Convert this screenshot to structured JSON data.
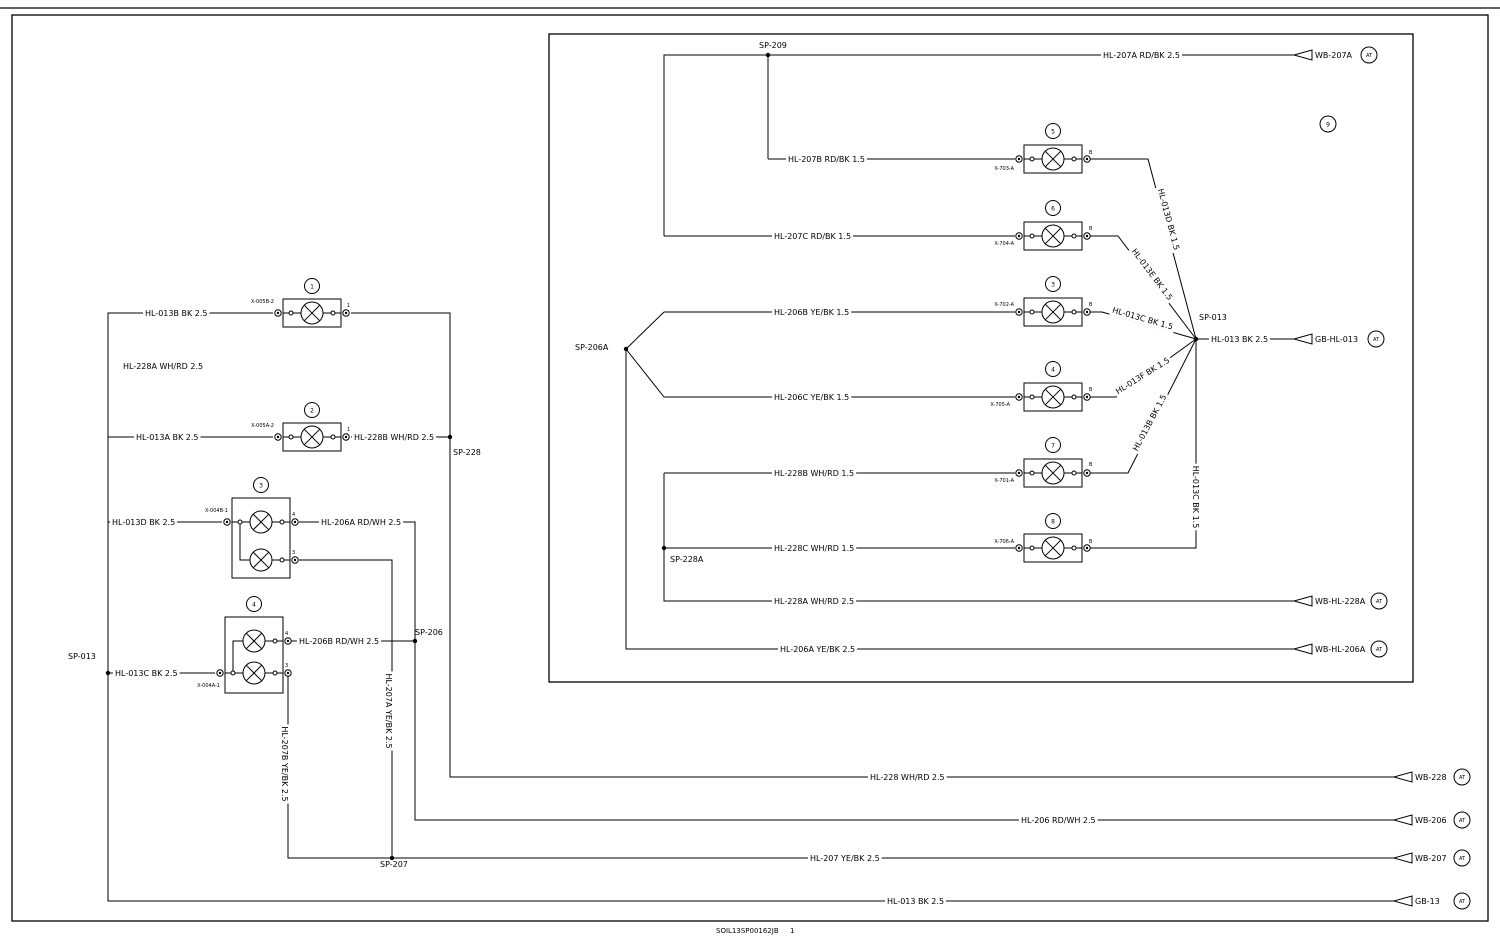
{
  "footer": {
    "drawing_number": "SOIL13SP00162JB",
    "sheet": "1"
  },
  "connector_badge": "AT",
  "splices": [
    {
      "id": "sp-209",
      "label": "SP-209"
    },
    {
      "id": "sp-206a",
      "label": "SP-206A"
    },
    {
      "id": "sp-228a",
      "label": "SP-228A"
    },
    {
      "id": "sp-013-right",
      "label": "SP-013"
    },
    {
      "id": "sp-013-left",
      "label": "SP-013"
    },
    {
      "id": "sp-228",
      "label": "SP-228"
    },
    {
      "id": "sp-206",
      "label": "SP-206"
    },
    {
      "id": "sp-207",
      "label": "SP-207"
    }
  ],
  "wires": [
    {
      "id": "hl-207a-rdbk",
      "label": "HL-207A RD/BK 2.5"
    },
    {
      "id": "hl-207b-rdbk",
      "label": "HL-207B RD/BK 1.5"
    },
    {
      "id": "hl-207c-rdbk",
      "label": "HL-207C RD/BK 1.5"
    },
    {
      "id": "hl-206b-yebk",
      "label": "HL-206B YE/BK 1.5"
    },
    {
      "id": "hl-206c-yebk",
      "label": "HL-206C YE/BK 1.5"
    },
    {
      "id": "hl-228b-whrd-r",
      "label": "HL-228B WH/RD 1.5"
    },
    {
      "id": "hl-228c-whrd",
      "label": "HL-228C WH/RD 1.5"
    },
    {
      "id": "hl-228a-whrd-r",
      "label": "HL-228A WH/RD 2.5"
    },
    {
      "id": "hl-206a-yebk",
      "label": "HL-206A YE/BK 2.5"
    },
    {
      "id": "hl-013d-r",
      "label": "HL-013D BK 1.5"
    },
    {
      "id": "hl-013e",
      "label": "HL-013E BK 1.5"
    },
    {
      "id": "hl-013c-r1",
      "label": "HL-013C BK 1.5"
    },
    {
      "id": "hl-013f",
      "label": "HL-013F BK 1.5"
    },
    {
      "id": "hl-013b-r",
      "label": "HL-013B BK 1.5"
    },
    {
      "id": "hl-013c-r2",
      "label": "HL-013C BK 1.5"
    },
    {
      "id": "hl-013-r",
      "label": "HL-013 BK 2.5"
    },
    {
      "id": "hl-013b-l",
      "label": "HL-013B BK 2.5"
    },
    {
      "id": "hl-228a-whrd-l",
      "label": "HL-228A WH/RD 2.5"
    },
    {
      "id": "hl-013a",
      "label": "HL-013A BK 2.5"
    },
    {
      "id": "hl-228b-whrd-l",
      "label": "HL-228B WH/RD 2.5"
    },
    {
      "id": "hl-013d-l",
      "label": "HL-013D BK 2.5"
    },
    {
      "id": "hl-206a-rdwh",
      "label": "HL-206A RD/WH 2.5"
    },
    {
      "id": "hl-206b-rdwh",
      "label": "HL-206B RD/WH 2.5"
    },
    {
      "id": "hl-013c-l",
      "label": "HL-013C BK 2.5"
    },
    {
      "id": "hl-207a-yebk",
      "label": "HL-207A YE/BK 2.5"
    },
    {
      "id": "hl-207b-yebk",
      "label": "HL-207B YE/BK 2.5"
    },
    {
      "id": "hl-228",
      "label": "HL-228 WH/RD 2.5"
    },
    {
      "id": "hl-206",
      "label": "HL-206 RD/WH 2.5"
    },
    {
      "id": "hl-207",
      "label": "HL-207 YE/BK 2.5"
    },
    {
      "id": "hl-013-bottom",
      "label": "HL-013 BK 2.5"
    }
  ],
  "connectors": [
    {
      "id": "wb-207a",
      "label": "WB-207A"
    },
    {
      "id": "gb-hl-013",
      "label": "GB-HL-013"
    },
    {
      "id": "wb-hl-228a",
      "label": "WB-HL-228A"
    },
    {
      "id": "wb-hl-206a",
      "label": "WB-HL-206A"
    },
    {
      "id": "wb-228",
      "label": "WB-228"
    },
    {
      "id": "wb-206",
      "label": "WB-206"
    },
    {
      "id": "wb-207",
      "label": "WB-207"
    },
    {
      "id": "gb-13",
      "label": "GB-13"
    }
  ],
  "lamps": [
    {
      "id": "lamp-5",
      "num": "5",
      "conn": "X-703-A",
      "pin": "B"
    },
    {
      "id": "lamp-6",
      "num": "6",
      "conn": "X-704-A",
      "pin": "B"
    },
    {
      "id": "lamp-3r",
      "num": "3",
      "conn": "X-702-A",
      "pin": "B"
    },
    {
      "id": "lamp-4r",
      "num": "4",
      "conn": "X-705-A",
      "pin": "B"
    },
    {
      "id": "lamp-7",
      "num": "7",
      "conn": "X-701-A",
      "pin": "B"
    },
    {
      "id": "lamp-8",
      "num": "8",
      "conn": "X-706-A",
      "pin": "B"
    },
    {
      "id": "lamp-1",
      "num": "1",
      "conn": "X-005B-2",
      "pin": "1"
    },
    {
      "id": "lamp-2",
      "num": "2",
      "conn": "X-005A-2",
      "pin": "1"
    }
  ],
  "dual_lamps": [
    {
      "id": "lamp-3l",
      "num": "3",
      "conn": "X-004B-1",
      "pin_top": "4",
      "pin_bottom": "3"
    },
    {
      "id": "lamp-4l",
      "num": "4",
      "conn": "X-004A-1",
      "pin_top": "4",
      "pin_bottom": "3"
    }
  ],
  "callout_9": "9"
}
